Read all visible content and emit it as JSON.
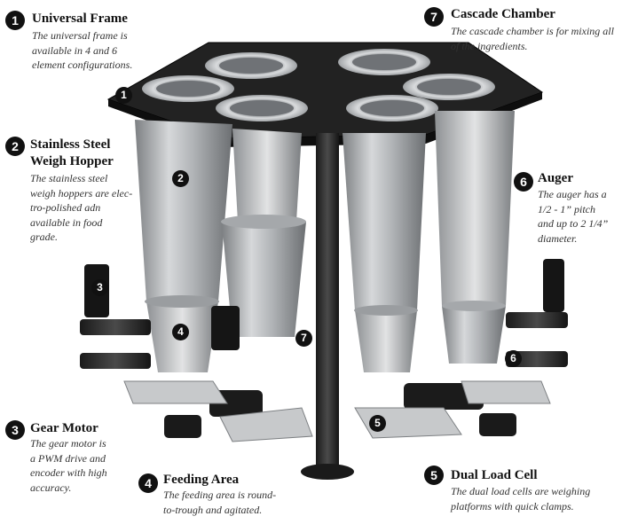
{
  "colors": {
    "badge": "#111111",
    "metal": "#b4b6b8",
    "frame": "#1c1c1c"
  },
  "callouts": [
    {
      "num": "1",
      "title": "Universal Frame",
      "desc": [
        "The universal frame is",
        "available in 4 and 6",
        "element configurations."
      ]
    },
    {
      "num": "2",
      "title": "Stainless Steel",
      "title2": "Weigh Hopper",
      "desc": [
        "The stainless steel",
        "weigh hoppers are elec-",
        "tro-polished adn",
        "available in food",
        "grade."
      ]
    },
    {
      "num": "3",
      "title": "Gear Motor",
      "desc": [
        "The gear motor is",
        "a PWM drive and",
        "encoder with high",
        "accuracy."
      ]
    },
    {
      "num": "4",
      "title": "Feeding Area",
      "desc": [
        "The feeding area is round-",
        "to-trough and agitated."
      ]
    },
    {
      "num": "5",
      "title": "Dual Load Cell",
      "desc": [
        "The dual load cells are weighing",
        "platforms with quick clamps."
      ]
    },
    {
      "num": "6",
      "title": "Auger",
      "desc": [
        "The auger has a",
        "1/2 - 1” pitch",
        "and up to 2 1/4”",
        "diameter."
      ]
    },
    {
      "num": "7",
      "title": "Cascade Chamber",
      "desc": [
        "The cascade chamber is for mixing all",
        "of  the ingredients."
      ]
    }
  ],
  "pins": [
    "1",
    "2",
    "3",
    "4",
    "5",
    "6",
    "7"
  ]
}
